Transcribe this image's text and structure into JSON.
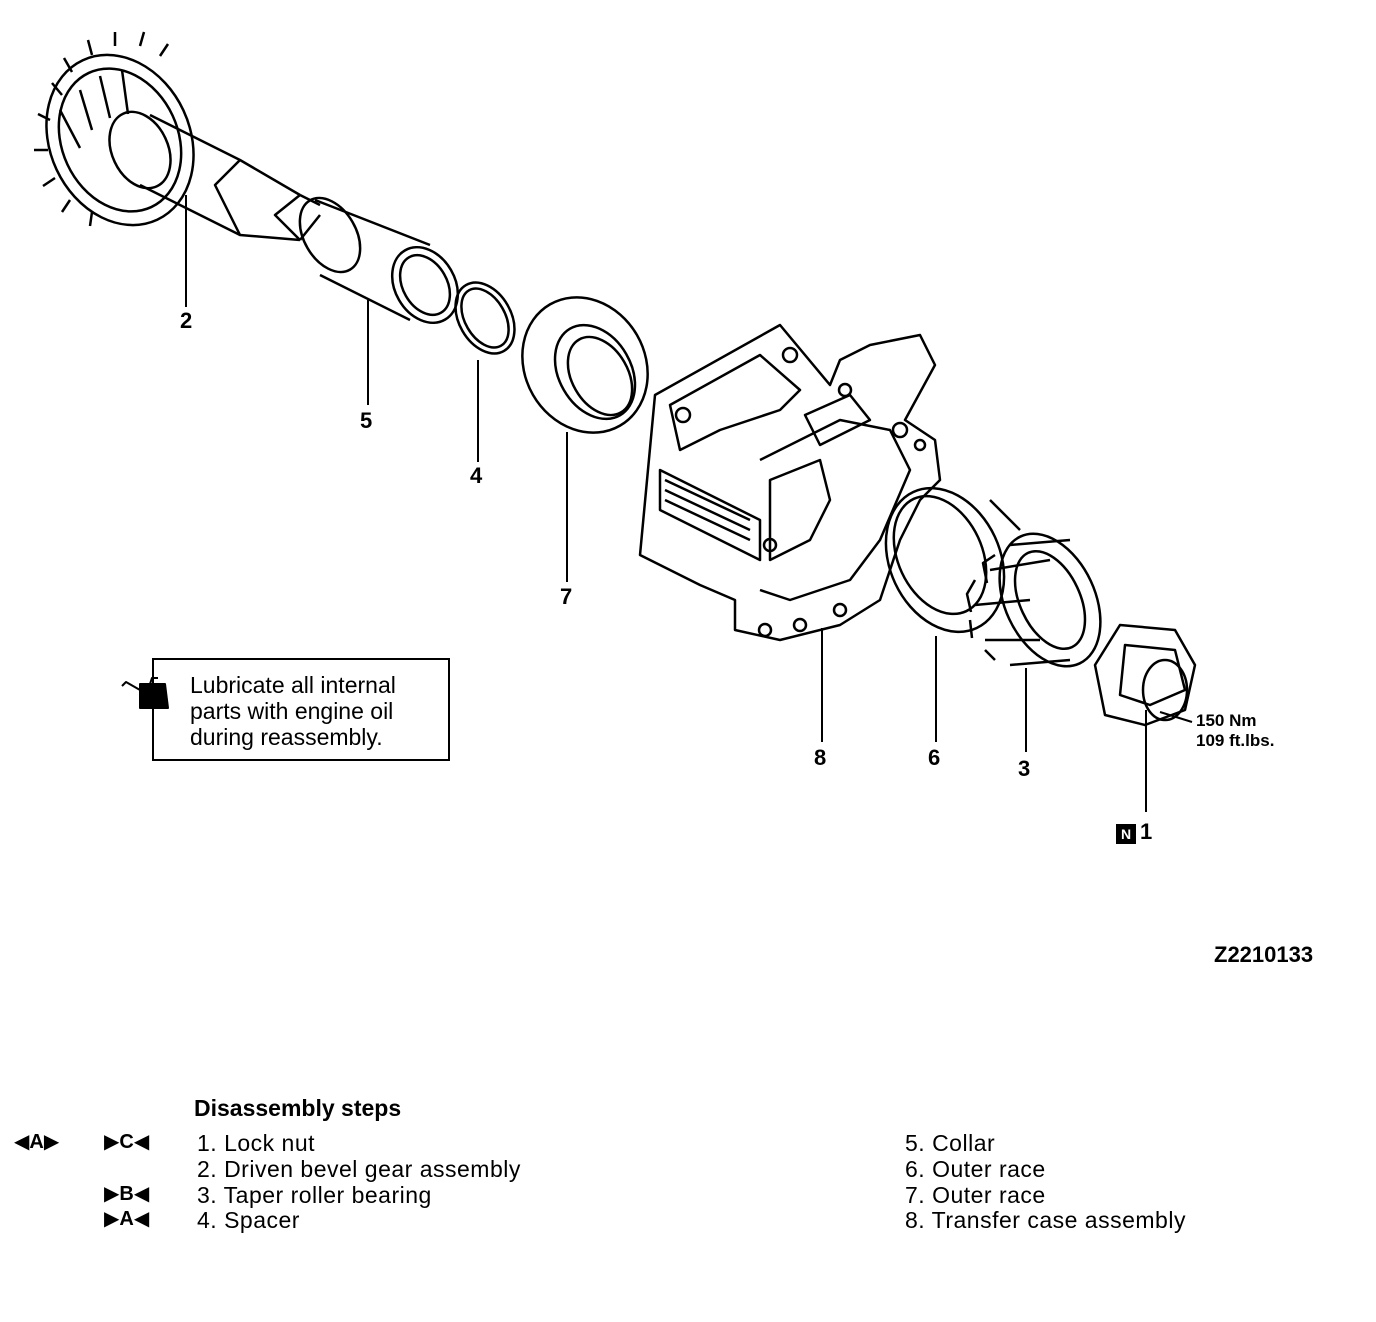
{
  "callouts": {
    "n1": "1",
    "n2": "2",
    "n3": "3",
    "n4": "4",
    "n5": "5",
    "n6": "6",
    "n7": "7",
    "n8": "8"
  },
  "torque": {
    "nm": "150 Nm",
    "ftlbs": "109 ft.lbs."
  },
  "n_mark": "N",
  "note": {
    "text": "Lubricate all internal\nparts with engine oil\nduring reassembly.",
    "icon": "oil-can-icon"
  },
  "figure_id": "Z2210133",
  "steps": {
    "title": "Disassembly steps",
    "items": [
      {
        "label": "1. Lock nut",
        "dis_mark": "◀A▶",
        "asm_mark": "▶C◀"
      },
      {
        "label": "2. Driven bevel gear assembly",
        "dis_mark": "",
        "asm_mark": ""
      },
      {
        "label": "3. Taper roller bearing",
        "dis_mark": "",
        "asm_mark": "▶B◀"
      },
      {
        "label": "4. Spacer",
        "dis_mark": "",
        "asm_mark": "▶A◀"
      },
      {
        "label": "5. Collar"
      },
      {
        "label": "6. Outer race"
      },
      {
        "label": "7. Outer race"
      },
      {
        "label": "8. Transfer case assembly"
      }
    ]
  }
}
